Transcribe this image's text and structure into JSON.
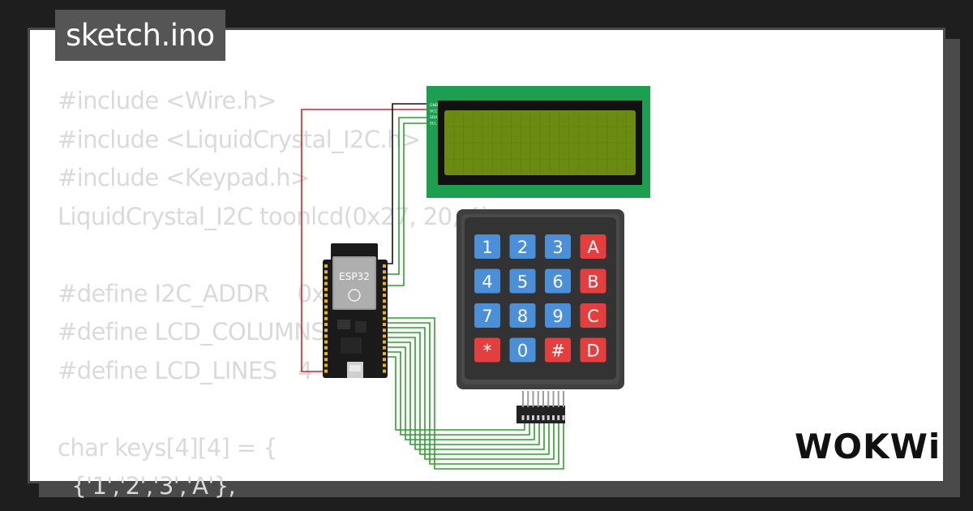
{
  "header": {
    "title": "sketch.ino"
  },
  "code_lines": [
    "#include <Wire.h>",
    "#include <LiquidCrystal_I2C.h>",
    "#include <Keypad.h>",
    "LiquidCrystal_I2C toonlcd(0x27, 20, 4);",
    "",
    "#define I2C_ADDR    0x27",
    "#define LCD_COLUMNS 20",
    "#define LCD_LINES   4",
    "",
    "char keys[4][4] = {",
    "  {'1','2','3','A'},"
  ],
  "board": {
    "label": "ESP32"
  },
  "lcd": {
    "pins": [
      "GND",
      "VCC",
      "SDA",
      "SCL"
    ]
  },
  "keypad": {
    "keys": [
      "1",
      "2",
      "3",
      "A",
      "4",
      "5",
      "6",
      "B",
      "7",
      "8",
      "9",
      "C",
      "*",
      "0",
      "#",
      "D"
    ]
  },
  "brand": {
    "logo": "WOKWi"
  },
  "colors": {
    "background": "#1e1e1e",
    "panel": "#ffffff",
    "title_tab": "#555555",
    "code_text": "#dadada",
    "lcd_board": "#1d9e51",
    "lcd_screen": "#6b8a12",
    "key_blue": "#4a8fd8",
    "key_red": "#e53e3e",
    "keypad_body": "#3f3f3f",
    "wire_green": "#2e9e2e",
    "wire_red": "#d02020",
    "wire_black": "#111111"
  }
}
